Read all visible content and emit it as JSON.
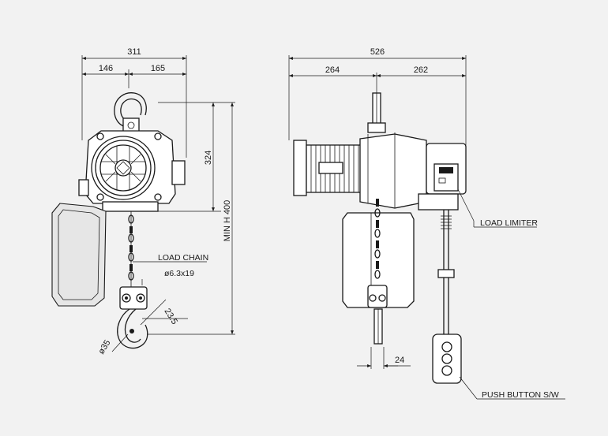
{
  "dimensions": {
    "front_total_width": "311",
    "front_left_width": "146",
    "front_right_width": "165",
    "front_body_height": "324",
    "front_min_height": "MIN H 400",
    "hook_opening": "23.5",
    "hook_diameter": "ø35",
    "side_total_width": "526",
    "side_left_width": "264",
    "side_right_width": "262",
    "chain_offset": "24"
  },
  "labels": {
    "load_chain": "LOAD CHAIN",
    "load_chain_spec": "ø6.3x19",
    "load_limiter": "LOAD LIMITER",
    "push_button": "PUSH BUTTON S/W"
  }
}
